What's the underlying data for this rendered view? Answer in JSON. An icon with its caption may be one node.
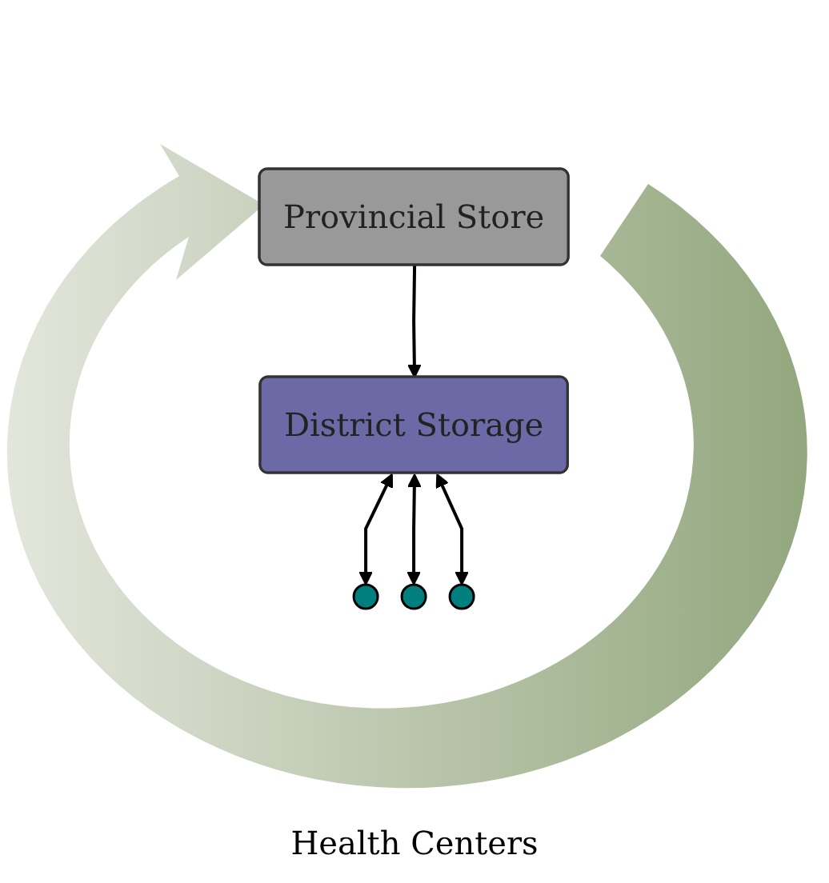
{
  "diagram": {
    "nodes": [
      {
        "text": [
          "Provincial Store"
        ]
      },
      {
        "text": [
          "District Storage"
        ]
      },
      {
        "text": [],
        "shape": "circle"
      },
      {
        "text": [],
        "shape": "circle"
      },
      {
        "text": [],
        "shape": "circle"
      }
    ],
    "edges": [
      {
        "from": 0,
        "to": 1,
        "arrow": "to"
      },
      {
        "from": 1,
        "to": 2,
        "arrow": "both"
      },
      {
        "from": 1,
        "to": 3,
        "arrow": "both"
      },
      {
        "from": 1,
        "to": 4,
        "arrow": "both"
      }
    ],
    "labels": [
      "Health Centers"
    ]
  }
}
